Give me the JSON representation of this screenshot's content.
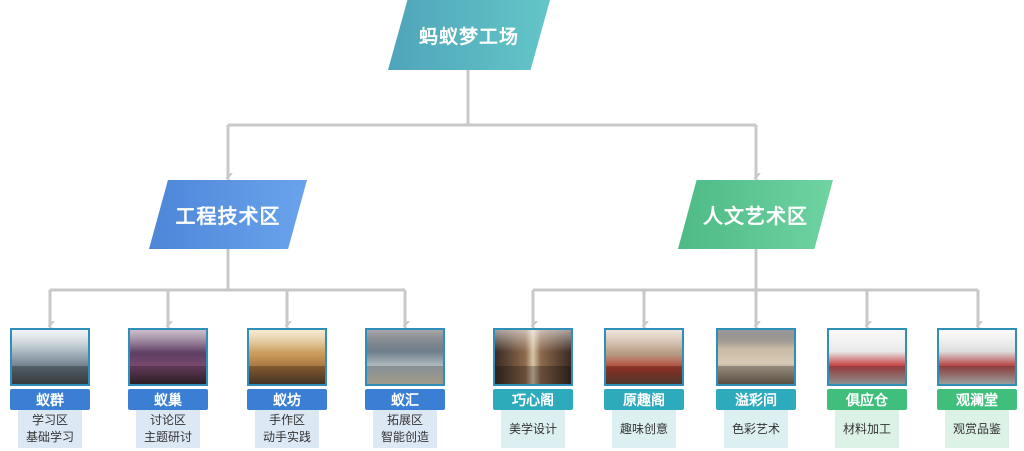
{
  "root": {
    "title": "蚂蚁梦工场"
  },
  "branches": {
    "engineering": {
      "title": "工程技术区",
      "items": [
        {
          "name": "蚁群",
          "lines": [
            "学习区",
            "基础学习"
          ]
        },
        {
          "name": "蚁巢",
          "lines": [
            "讨论区",
            "主题研讨"
          ]
        },
        {
          "name": "蚁坊",
          "lines": [
            "手作区",
            "动手实践"
          ]
        },
        {
          "name": "蚁汇",
          "lines": [
            "拓展区",
            "智能创造"
          ]
        }
      ]
    },
    "arts": {
      "title": "人文艺术区",
      "items": [
        {
          "name": "巧心阁",
          "lines": [
            "美学设计"
          ]
        },
        {
          "name": "原趣阁",
          "lines": [
            "趣味创意"
          ]
        },
        {
          "name": "溢彩间",
          "lines": [
            "色彩艺术"
          ]
        },
        {
          "name": "俱应仓",
          "lines": [
            "材料加工"
          ]
        },
        {
          "name": "观澜堂",
          "lines": [
            "观赏品鉴"
          ]
        }
      ]
    }
  },
  "colors": {
    "connector": "#c8c8c8",
    "engineering": "#4e86d8",
    "arts": "#4dba86",
    "root": "#56b1c0"
  }
}
